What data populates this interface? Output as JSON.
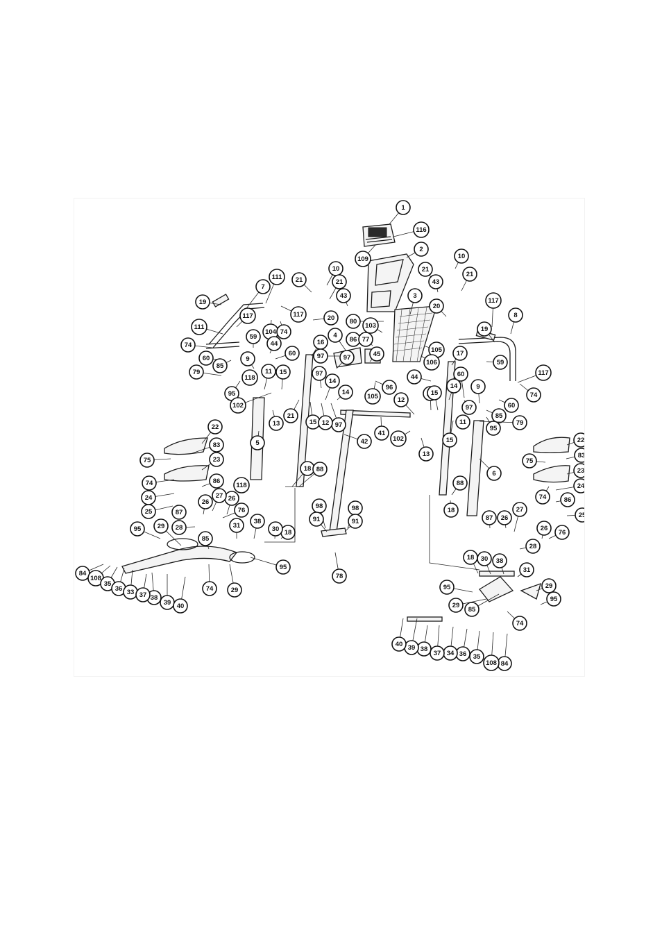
{
  "diagram": {
    "type": "exploded-parts-view",
    "callouts": [
      {
        "id": "c1",
        "label": "1"
      },
      {
        "id": "c116",
        "label": "116"
      },
      {
        "id": "c109",
        "label": "109"
      },
      {
        "id": "c2",
        "label": "2"
      },
      {
        "id": "c10a",
        "label": "10"
      },
      {
        "id": "c10b",
        "label": "10"
      },
      {
        "id": "c21a",
        "label": "21"
      },
      {
        "id": "c21b",
        "label": "21"
      },
      {
        "id": "c21c",
        "label": "21"
      },
      {
        "id": "c21d",
        "label": "21"
      },
      {
        "id": "c21e",
        "label": "21"
      },
      {
        "id": "c21f",
        "label": "21"
      },
      {
        "id": "c43a",
        "label": "43"
      },
      {
        "id": "c43b",
        "label": "43"
      },
      {
        "id": "c3",
        "label": "3"
      },
      {
        "id": "c20a",
        "label": "20"
      },
      {
        "id": "c20b",
        "label": "20"
      },
      {
        "id": "c111a",
        "label": "111"
      },
      {
        "id": "c111b",
        "label": "111"
      },
      {
        "id": "c7",
        "label": "7"
      },
      {
        "id": "c19a",
        "label": "19"
      },
      {
        "id": "c19b",
        "label": "19"
      },
      {
        "id": "c117a",
        "label": "117"
      },
      {
        "id": "c117b",
        "label": "117"
      },
      {
        "id": "c117c",
        "label": "117"
      },
      {
        "id": "c117d",
        "label": "117"
      },
      {
        "id": "c8",
        "label": "8"
      },
      {
        "id": "c80",
        "label": "80"
      },
      {
        "id": "c103",
        "label": "103"
      },
      {
        "id": "c104",
        "label": "104"
      },
      {
        "id": "c74a",
        "label": "74"
      },
      {
        "id": "c74b",
        "label": "74"
      },
      {
        "id": "c74c",
        "label": "74"
      },
      {
        "id": "c74d",
        "label": "74"
      },
      {
        "id": "c74e",
        "label": "74"
      },
      {
        "id": "c74f",
        "label": "74"
      },
      {
        "id": "c74g",
        "label": "74"
      },
      {
        "id": "c59a",
        "label": "59"
      },
      {
        "id": "c59b",
        "label": "59"
      },
      {
        "id": "c44a",
        "label": "44"
      },
      {
        "id": "c44b",
        "label": "44"
      },
      {
        "id": "c16",
        "label": "16"
      },
      {
        "id": "c4",
        "label": "4"
      },
      {
        "id": "c86a",
        "label": "86"
      },
      {
        "id": "c86b",
        "label": "86"
      },
      {
        "id": "c86c",
        "label": "86"
      },
      {
        "id": "c77",
        "label": "77"
      },
      {
        "id": "c105a",
        "label": "105"
      },
      {
        "id": "c105b",
        "label": "105"
      },
      {
        "id": "c106",
        "label": "106"
      },
      {
        "id": "c17",
        "label": "17"
      },
      {
        "id": "c60a",
        "label": "60"
      },
      {
        "id": "c60b",
        "label": "60"
      },
      {
        "id": "c60c",
        "label": "60"
      },
      {
        "id": "c60d",
        "label": "60"
      },
      {
        "id": "c85a",
        "label": "85"
      },
      {
        "id": "c85b",
        "label": "85"
      },
      {
        "id": "c85c",
        "label": "85"
      },
      {
        "id": "c85d",
        "label": "85"
      },
      {
        "id": "c9a",
        "label": "9"
      },
      {
        "id": "c9b",
        "label": "9"
      },
      {
        "id": "c97a",
        "label": "97"
      },
      {
        "id": "c97b",
        "label": "97"
      },
      {
        "id": "c97c",
        "label": "97"
      },
      {
        "id": "c97d",
        "label": "97"
      },
      {
        "id": "c97e",
        "label": "97"
      },
      {
        "id": "c45",
        "label": "45"
      },
      {
        "id": "c79a",
        "label": "79"
      },
      {
        "id": "c79b",
        "label": "79"
      },
      {
        "id": "c118a",
        "label": "118"
      },
      {
        "id": "c118b",
        "label": "118"
      },
      {
        "id": "c11a",
        "label": "11"
      },
      {
        "id": "c11b",
        "label": "11"
      },
      {
        "id": "c15a",
        "label": "15"
      },
      {
        "id": "c15b",
        "label": "15"
      },
      {
        "id": "c15c",
        "label": "15"
      },
      {
        "id": "c15d",
        "label": "15"
      },
      {
        "id": "c14a",
        "label": "14"
      },
      {
        "id": "c14b",
        "label": "14"
      },
      {
        "id": "c14c",
        "label": "14"
      },
      {
        "id": "c96",
        "label": "96"
      },
      {
        "id": "c95a",
        "label": "95"
      },
      {
        "id": "c95b",
        "label": "95"
      },
      {
        "id": "c95c",
        "label": "95"
      },
      {
        "id": "c95d",
        "label": "95"
      },
      {
        "id": "c95e",
        "label": "95"
      },
      {
        "id": "c95f",
        "label": "95"
      },
      {
        "id": "c102a",
        "label": "102"
      },
      {
        "id": "c102b",
        "label": "102"
      },
      {
        "id": "c12a",
        "label": "12"
      },
      {
        "id": "c12b",
        "label": "12"
      },
      {
        "id": "c13a",
        "label": "13"
      },
      {
        "id": "c13b",
        "label": "13"
      },
      {
        "id": "c41",
        "label": "41"
      },
      {
        "id": "c42",
        "label": "42"
      },
      {
        "id": "c5",
        "label": "5"
      },
      {
        "id": "c6",
        "label": "6"
      },
      {
        "id": "c22a",
        "label": "22"
      },
      {
        "id": "c22b",
        "label": "22"
      },
      {
        "id": "c83a",
        "label": "83"
      },
      {
        "id": "c83b",
        "label": "83"
      },
      {
        "id": "c75a",
        "label": "75"
      },
      {
        "id": "c75b",
        "label": "75"
      },
      {
        "id": "c23a",
        "label": "23"
      },
      {
        "id": "c23b",
        "label": "23"
      },
      {
        "id": "c24a",
        "label": "24"
      },
      {
        "id": "c24b",
        "label": "24"
      },
      {
        "id": "c25a",
        "label": "25"
      },
      {
        "id": "c25b",
        "label": "25"
      },
      {
        "id": "c87a",
        "label": "87"
      },
      {
        "id": "c87b",
        "label": "87"
      },
      {
        "id": "c26a",
        "label": "26"
      },
      {
        "id": "c26b",
        "label": "26"
      },
      {
        "id": "c26c",
        "label": "26"
      },
      {
        "id": "c26d",
        "label": "26"
      },
      {
        "id": "c27a",
        "label": "27"
      },
      {
        "id": "c27b",
        "label": "27"
      },
      {
        "id": "c76a",
        "label": "76"
      },
      {
        "id": "c76b",
        "label": "76"
      },
      {
        "id": "c28a",
        "label": "28"
      },
      {
        "id": "c28b",
        "label": "28"
      },
      {
        "id": "c18a",
        "label": "18"
      },
      {
        "id": "c18b",
        "label": "18"
      },
      {
        "id": "c18c",
        "label": "18"
      },
      {
        "id": "c18d",
        "label": "18"
      },
      {
        "id": "c88a",
        "label": "88"
      },
      {
        "id": "c88b",
        "label": "88"
      },
      {
        "id": "c98a",
        "label": "98"
      },
      {
        "id": "c98b",
        "label": "98"
      },
      {
        "id": "c91a",
        "label": "91"
      },
      {
        "id": "c91b",
        "label": "91"
      },
      {
        "id": "c78",
        "label": "78"
      },
      {
        "id": "c29a",
        "label": "29"
      },
      {
        "id": "c29b",
        "label": "29"
      },
      {
        "id": "c29c",
        "label": "29"
      },
      {
        "id": "c29d",
        "label": "29"
      },
      {
        "id": "c31a",
        "label": "31"
      },
      {
        "id": "c31b",
        "label": "31"
      },
      {
        "id": "c38a",
        "label": "38"
      },
      {
        "id": "c38b",
        "label": "38"
      },
      {
        "id": "c38c",
        "label": "38"
      },
      {
        "id": "c38d",
        "label": "38"
      },
      {
        "id": "c30a",
        "label": "30"
      },
      {
        "id": "c30b",
        "label": "30"
      },
      {
        "id": "c84a",
        "label": "84"
      },
      {
        "id": "c84b",
        "label": "84"
      },
      {
        "id": "c108a",
        "label": "108"
      },
      {
        "id": "c108b",
        "label": "108"
      },
      {
        "id": "c35a",
        "label": "35"
      },
      {
        "id": "c35b",
        "label": "35"
      },
      {
        "id": "c36a",
        "label": "36"
      },
      {
        "id": "c36b",
        "label": "36"
      },
      {
        "id": "c33",
        "label": "33"
      },
      {
        "id": "c34",
        "label": "34"
      },
      {
        "id": "c37a",
        "label": "37"
      },
      {
        "id": "c37b",
        "label": "37"
      },
      {
        "id": "c39a",
        "label": "39"
      },
      {
        "id": "c39b",
        "label": "39"
      },
      {
        "id": "c40a",
        "label": "40"
      },
      {
        "id": "c40b",
        "label": "40"
      }
    ]
  }
}
